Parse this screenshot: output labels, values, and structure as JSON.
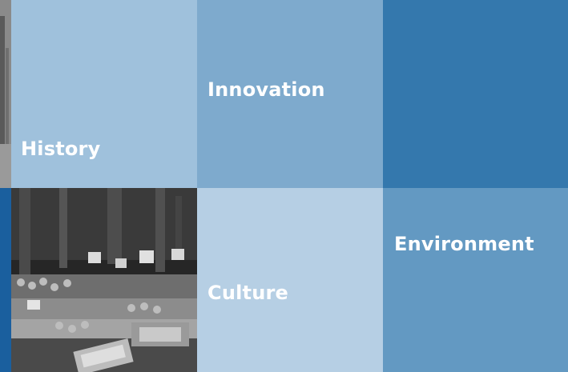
{
  "tiles": {
    "history": {
      "label": "History",
      "color": "#9fc1dc"
    },
    "innovation": {
      "label": "Innovation",
      "color": "#7eaacd"
    },
    "solid_top_right": {
      "color": "#3478ad"
    },
    "culture": {
      "label": "Culture",
      "color": "#b6cfe4"
    },
    "environment": {
      "label": "Environment",
      "color": "#6399c2"
    }
  },
  "icons": {
    "left_photo_top": "grayscale-photo-trees",
    "left_photo_bottom": "grayscale-photo-market-stall"
  },
  "accent_color": "#1a5f9e"
}
